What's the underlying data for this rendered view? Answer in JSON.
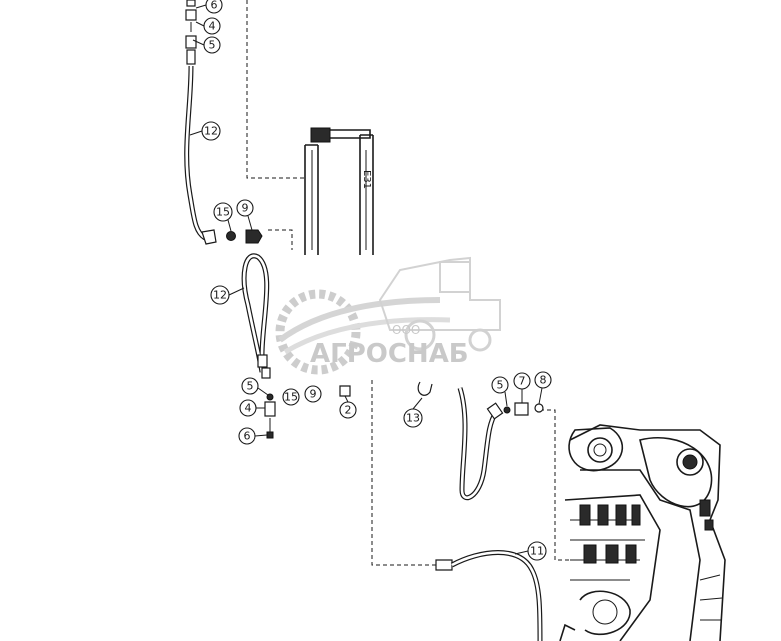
{
  "callouts": [
    {
      "label": "6"
    },
    {
      "label": "4"
    },
    {
      "label": "5"
    },
    {
      "label": "12"
    },
    {
      "label": "15"
    },
    {
      "label": "9"
    },
    {
      "label": "12"
    },
    {
      "label": "5"
    },
    {
      "label": "4"
    },
    {
      "label": "6"
    },
    {
      "label": "15"
    },
    {
      "label": "9"
    },
    {
      "label": "2"
    },
    {
      "label": "13"
    },
    {
      "label": "5"
    },
    {
      "label": "7"
    },
    {
      "label": "8"
    },
    {
      "label": "11"
    }
  ],
  "watermark": {
    "prefix": "ООО",
    "name": "АГРОСНАБ"
  }
}
